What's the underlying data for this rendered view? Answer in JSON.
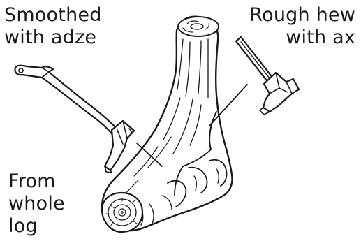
{
  "labels": {
    "adze": "Smoothed\nwith adze",
    "ax": "Rough hew\nwith ax",
    "log": "From\nwhole\nlog"
  },
  "illustration": {
    "log_icon": "hewn-log-icon",
    "adze_icon": "adze-icon",
    "ax_icon": "ax-icon"
  },
  "colors": {
    "ink": "#1a1a1a",
    "background": "#ffffff"
  }
}
